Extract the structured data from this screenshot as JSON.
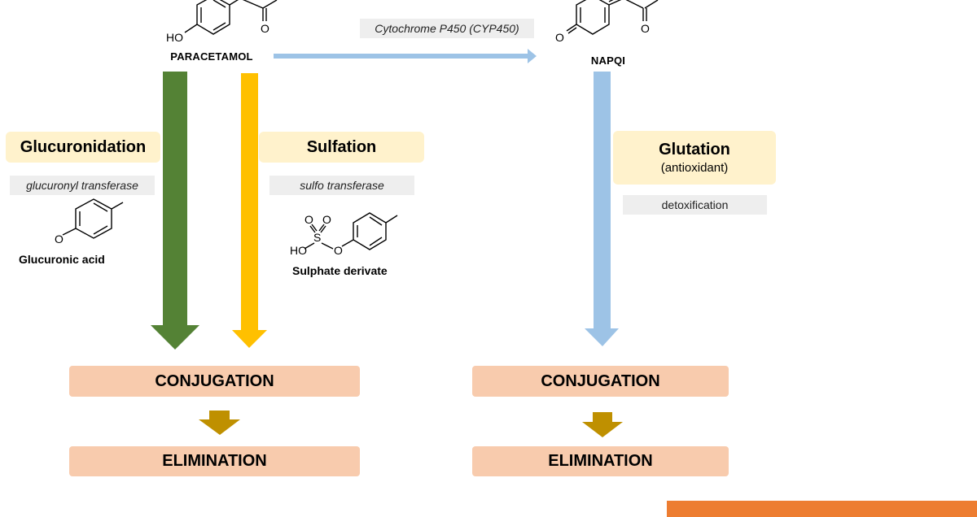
{
  "paracetamol": {
    "label": "PARACETAMOL",
    "ho": "HO",
    "o": "O"
  },
  "napqi": {
    "label": "NAPQI",
    "o_left": "O",
    "o_right": "O"
  },
  "cyp": {
    "label": "Cytochrome P450 (CYP450)"
  },
  "glucuronidation": {
    "title": "Glucuronidation",
    "enzyme": "glucuronyl transferase",
    "product": "Glucuronic acid",
    "atom_o": "O"
  },
  "sulfation": {
    "title": "Sulfation",
    "enzyme": "sulfo transferase",
    "product": "Sulphate derivate",
    "atom_s": "S",
    "atom_ho": "HO",
    "atom_o": "O"
  },
  "glutation": {
    "title": "Glutation",
    "subtitle": "(antioxidant)",
    "process": "detoxification"
  },
  "left_stages": {
    "conjugation": "CONJUGATION",
    "elimination": "ELIMINATION"
  },
  "right_stages": {
    "conjugation": "CONJUGATION",
    "elimination": "ELIMINATION"
  },
  "colors": {
    "glucuronidation_arrow": "#548235",
    "sulfation_arrow": "#ffc000",
    "cyp_arrow": "#9dc3e6",
    "glutation_arrow": "#9dc3e6",
    "stage_arrow": "#bf9000",
    "stage_box": "#f8cbad",
    "pathway_box": "#fff2cc",
    "enzyme_box": "#eeeeee",
    "footer_tab": "#ed7d31"
  }
}
